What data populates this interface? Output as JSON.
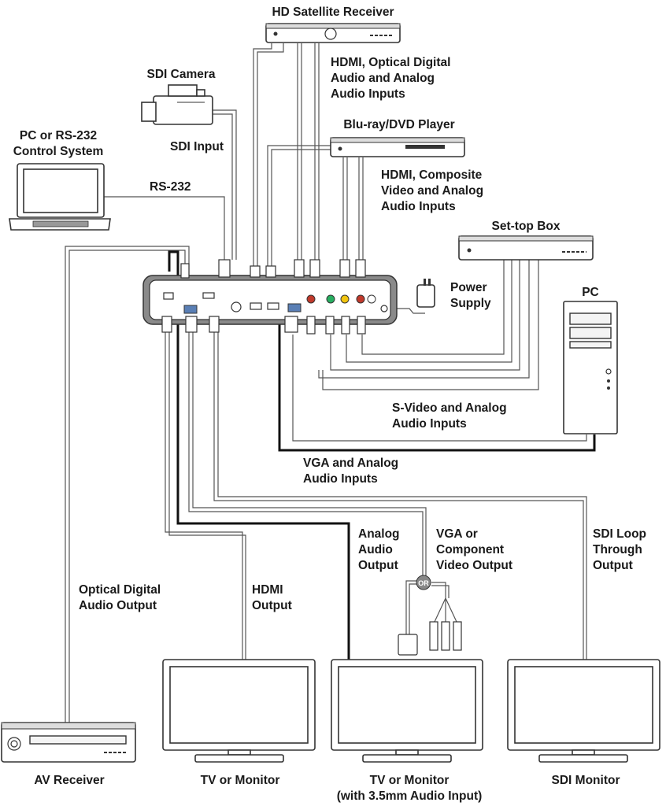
{
  "devices": {
    "hd_satellite_receiver": "HD Satellite Receiver",
    "sdi_camera": "SDI Camera",
    "pc_rs232": [
      "PC or RS-232",
      "Control System"
    ],
    "bluray_dvd": "Blu-ray/DVD Player",
    "settop_box": "Set-top Box",
    "pc": "PC",
    "power_supply": [
      "Power",
      "Supply"
    ],
    "av_receiver": "AV Receiver",
    "tv_monitor_1": "TV or Monitor",
    "tv_monitor_2": [
      "TV or Monitor",
      "(with 3.5mm Audio Input)"
    ],
    "sdi_monitor": "SDI Monitor"
  },
  "connections": {
    "sat_inputs": [
      "HDMI, Optical Digital",
      "Audio and Analog",
      "Audio Inputs"
    ],
    "sdi_input": "SDI Input",
    "rs232": "RS-232",
    "bluray_inputs": [
      "HDMI, Composite",
      "Video and Analog",
      "Audio Inputs"
    ],
    "svideo_inputs": [
      "S-Video and Analog",
      "Audio Inputs"
    ],
    "vga_inputs": [
      "VGA and Analog",
      "Audio Inputs"
    ],
    "analog_audio_output": [
      "Analog",
      "Audio",
      "Output"
    ],
    "vga_component_output": [
      "VGA or",
      "Component",
      "Video Output"
    ],
    "sdi_loop_output": [
      "SDI Loop",
      "Through",
      "Output"
    ],
    "optical_output": [
      "Optical Digital",
      "Audio Output"
    ],
    "hdmi_output": [
      "HDMI",
      "Output"
    ],
    "or_badge": "OR"
  },
  "colors": {
    "line": "#555555",
    "thick_line": "#111111",
    "device_outline": "#333333",
    "background": "#ffffff"
  }
}
